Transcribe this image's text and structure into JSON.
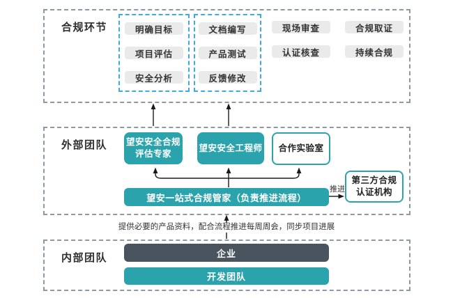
{
  "colors": {
    "teal": "#2BA3AD",
    "dark": "#4A545E",
    "button_bg": "#EAEAEA",
    "outer_dash": "#8C99A4",
    "inner_dash": "#41A9DC",
    "arrow": "#1a1a1a"
  },
  "compliance": {
    "label": "合规环节",
    "group1": [
      "明确目标",
      "项目评估",
      "安全分析"
    ],
    "group2": [
      "文档编写",
      "产品测试",
      "反馈修改"
    ],
    "column3": [
      "现场审查",
      "认证核查"
    ],
    "column4": [
      "合规取证",
      "持续合规"
    ]
  },
  "external": {
    "label": "外部团队",
    "expert_line1": "望安安全合规",
    "expert_line2": "评估专家",
    "engineer": "望安安全工程师",
    "lab": "合作实验室",
    "manager": "望安一站式合规管家（负责推进流程）",
    "push": "推进",
    "third_party_line1": "第三方合规",
    "third_party_line2": "认证机构"
  },
  "bridge": {
    "note": "提供必要的产品资料，配合流程推进每周周会，同步项目进展"
  },
  "internal": {
    "label": "内部团队",
    "enterprise": "企业",
    "dev_team": "开发团队"
  }
}
